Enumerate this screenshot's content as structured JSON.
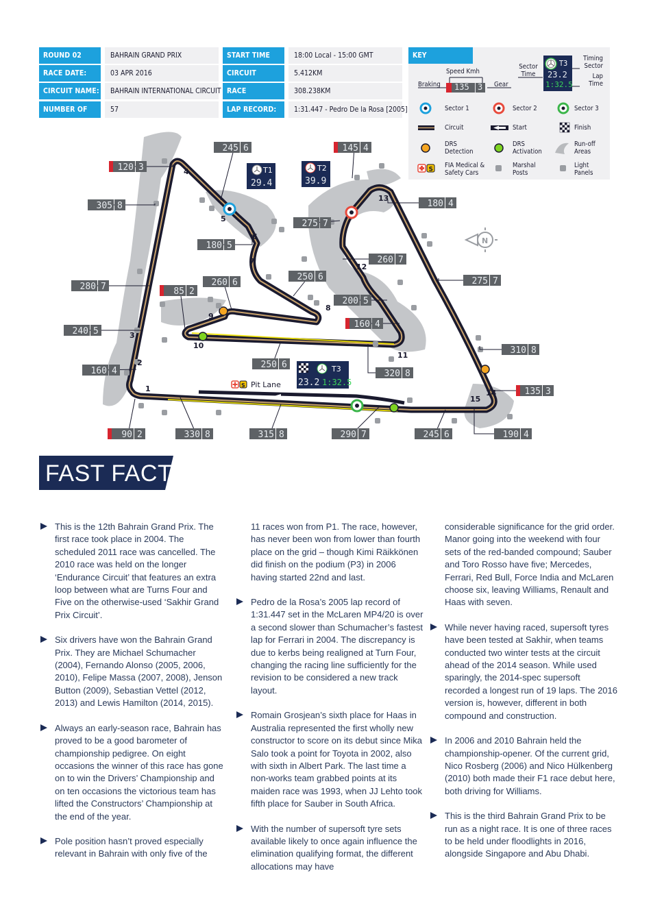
{
  "info": {
    "left": [
      {
        "label": "ROUND 02",
        "value": "BAHRAIN GRAND PRIX"
      },
      {
        "label": "RACE DATE:",
        "value": "03 APR 2016"
      },
      {
        "label": "CIRCUIT NAME:",
        "value": "BAHRAIN INTERNATIONAL CIRCUIT"
      },
      {
        "label": "NUMBER OF LAPS:",
        "value": "57"
      }
    ],
    "right": [
      {
        "label": "START TIME",
        "value": "18:00 Local - 15:00 GMT"
      },
      {
        "label": "CIRCUIT LENGTH:",
        "value": "5.412KM"
      },
      {
        "label": "RACE DISTANCE:",
        "value": "308.238KM"
      },
      {
        "label": "LAP RECORD:",
        "value": "1:31.447 - Pedro De la Rosa [2005]"
      }
    ]
  },
  "key": {
    "title": "KEY",
    "speed_kmh": "Speed Kmh",
    "braking": "Braking",
    "gear": "Gear",
    "example_speed": "135",
    "example_gear": "3",
    "sector_time": "Sector Time",
    "timing_sector": "Timing Sector",
    "lap_time": "Lap Time",
    "example_sector": "T3",
    "example_sector_time": "23.2",
    "example_lap_time": "1:32.5",
    "sector1": "Sector 1",
    "sector2": "Sector 2",
    "sector3": "Sector 3",
    "circuit": "Circuit",
    "start": "Start",
    "finish": "Finish",
    "drs_detection": "DRS Detection",
    "drs_activation": "DRS Activation",
    "runoff": "Run-off Areas",
    "medical": "FIA Medical & Safety Cars",
    "marshal": "Marshal Posts",
    "light_panels": "Light Panels",
    "colors": {
      "sector1": "#1da1dd",
      "sector2": "#e84a3c",
      "sector3": "#3bb54a",
      "drs_detection": "#f5a623",
      "drs_activation": "#7ed321",
      "accent": "#1da1dd",
      "navy": "#1b2b55"
    }
  },
  "map": {
    "turns": [
      "1",
      "2",
      "3",
      "4",
      "5",
      "6",
      "7",
      "8",
      "9",
      "10",
      "11",
      "12",
      "13",
      "14",
      "15"
    ],
    "sectors": [
      {
        "name": "T1",
        "time": "29.4"
      },
      {
        "name": "T2",
        "time": "39.9"
      },
      {
        "name": "T3",
        "time": "23.2",
        "lap": "1:32.5"
      }
    ],
    "pit_lane": "Pit Lane",
    "north": "N",
    "speeds": [
      {
        "speed": "120",
        "gear": "3",
        "braking": true
      },
      {
        "speed": "305",
        "gear": "8",
        "braking": false
      },
      {
        "speed": "245",
        "gear": "6",
        "braking": false
      },
      {
        "speed": "180",
        "gear": "5",
        "braking": false
      },
      {
        "speed": "280",
        "gear": "7",
        "braking": false
      },
      {
        "speed": "85",
        "gear": "2",
        "braking": true
      },
      {
        "speed": "260",
        "gear": "6",
        "braking": false
      },
      {
        "speed": "250",
        "gear": "6",
        "braking": false
      },
      {
        "speed": "240",
        "gear": "5",
        "braking": false
      },
      {
        "speed": "160",
        "gear": "4",
        "braking": false
      },
      {
        "speed": "250",
        "gear": "6",
        "braking": false
      },
      {
        "speed": "145",
        "gear": "4",
        "braking": true
      },
      {
        "speed": "275",
        "gear": "7",
        "braking": false
      },
      {
        "speed": "260",
        "gear": "7",
        "braking": false
      },
      {
        "speed": "200",
        "gear": "5",
        "braking": false
      },
      {
        "speed": "160",
        "gear": "4",
        "braking": true
      },
      {
        "speed": "320",
        "gear": "8",
        "braking": false
      },
      {
        "speed": "180",
        "gear": "4",
        "braking": false
      },
      {
        "speed": "275",
        "gear": "7",
        "braking": false
      },
      {
        "speed": "310",
        "gear": "8",
        "braking": false
      },
      {
        "speed": "135",
        "gear": "3",
        "braking": true
      },
      {
        "speed": "190",
        "gear": "4",
        "braking": false
      },
      {
        "speed": "90",
        "gear": "2",
        "braking": true
      },
      {
        "speed": "330",
        "gear": "8",
        "braking": false
      },
      {
        "speed": "315",
        "gear": "8",
        "braking": false
      },
      {
        "speed": "290",
        "gear": "7",
        "braking": false
      },
      {
        "speed": "245",
        "gear": "6",
        "braking": false
      }
    ]
  },
  "fast_facts": {
    "title": "FAST FACTS",
    "col1": [
      {
        "type": "bullet",
        "text": "This is the 12th Bahrain Grand Prix. The first race took place in 2004. The scheduled 2011 race was cancelled. The 2010 race was held on the longer ‘Endurance Circuit’ that features an extra loop between what are Turns Four and Five on the otherwise-used ‘Sakhir Grand Prix Circuit’."
      },
      {
        "type": "bullet",
        "text": "Six drivers have won the Bahrain Grand Prix. They are Michael Schumacher (2004), Fernando Alonso (2005, 2006, 2010), Felipe Massa (2007, 2008), Jenson Button (2009), Sebastian Vettel (2012, 2013) and Lewis Hamilton (2014, 2015)."
      },
      {
        "type": "bullet",
        "text": "Always an early-season race, Bahrain has proved to be a good barometer of championship pedigree. On eight occasions the winner of this race has gone on to win the Drivers’ Championship and on ten occasions the victorious team has lifted the Constructors’ Championship at the end of the year."
      },
      {
        "type": "bullet",
        "text": "Pole position hasn’t proved especially relevant in Bahrain with only five of the"
      }
    ],
    "col2": [
      {
        "type": "cont",
        "text": "11 races won from P1. The race, however, has never been won from lower than fourth place on the grid – though Kimi Räikkönen did finish on the podium (P3) in 2006 having started 22nd and last."
      },
      {
        "type": "bullet",
        "text": "Pedro de la Rosa’s 2005 lap record of 1:31.447 set in the McLaren MP4/20 is over a second slower than Schumacher’s fastest lap for Ferrari in 2004. The discrepancy is due to kerbs being realigned at Turn Four, changing the racing line sufficiently for the revision to be considered a new track layout."
      },
      {
        "type": "bullet",
        "text": "Romain Grosjean’s sixth place for Haas in Australia represented the first wholly new constructor to score on its debut since Mika Salo took a point for Toyota in 2002, also with sixth in Albert Park. The last time a non-works team grabbed points at its maiden race was 1993, when JJ Lehto took fifth place for Sauber in South Africa."
      },
      {
        "type": "bullet",
        "text": "With the number of supersoft tyre sets available likely to once again influence the elimination qualifying format, the different allocations may have"
      }
    ],
    "col3": [
      {
        "type": "cont",
        "text": "considerable significance for the grid order. Manor going into the weekend with four sets of the red-banded compound; Sauber and Toro Rosso have five; Mercedes, Ferrari, Red Bull, Force India and McLaren choose six, leaving Williams, Renault and Haas with seven."
      },
      {
        "type": "bullet",
        "text": "While never having raced, supersoft tyres have been tested at Sakhir, when teams conducted two winter tests at the circuit ahead of the 2014 season. While used sparingly, the 2014-spec supersoft recorded a longest run of 19 laps. The 2016 version is, however, different in both compound and construction."
      },
      {
        "type": "bullet",
        "text": "In 2006 and 2010 Bahrain held the championship-opener. Of the current grid, Nico Rosberg (2006) and Nico Hülkenberg (2010) both made their F1 race debut here, both driving for Williams."
      },
      {
        "type": "bullet",
        "text": "This is the third Bahrain Grand Prix to be run as a night race. It is one of three races to be held under floodlights in 2016, alongside Singapore and Abu Dhabi."
      }
    ]
  }
}
